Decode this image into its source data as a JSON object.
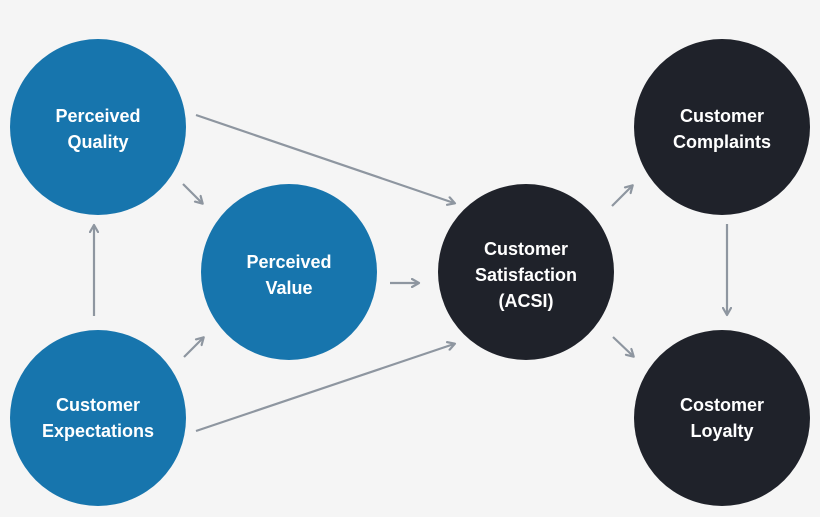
{
  "colors": {
    "background": "#f5f5f5",
    "blue_node": "#1775ad",
    "dark_node": "#1f222a",
    "arrow": "#8e96a0",
    "label": "#ffffff"
  },
  "nodes": {
    "perceived_quality": {
      "lines": [
        "Perceived",
        "Quality"
      ],
      "color": "blue"
    },
    "customer_expectations": {
      "lines": [
        "Customer",
        "Expectations"
      ],
      "color": "blue"
    },
    "perceived_value": {
      "lines": [
        "Perceived",
        "Value"
      ],
      "color": "blue"
    },
    "customer_satisfaction": {
      "lines": [
        "Customer",
        "Satisfaction",
        "(ACSI)"
      ],
      "color": "dark"
    },
    "customer_complaints": {
      "lines": [
        "Customer",
        "Complaints"
      ],
      "color": "dark"
    },
    "customer_loyalty": {
      "lines": [
        "Costomer",
        "Loyalty"
      ],
      "color": "dark"
    }
  },
  "edges": [
    {
      "from": "customer_expectations",
      "to": "perceived_quality"
    },
    {
      "from": "perceived_quality",
      "to": "perceived_value"
    },
    {
      "from": "customer_expectations",
      "to": "perceived_value"
    },
    {
      "from": "perceived_quality",
      "to": "customer_satisfaction"
    },
    {
      "from": "perceived_value",
      "to": "customer_satisfaction"
    },
    {
      "from": "customer_expectations",
      "to": "customer_satisfaction"
    },
    {
      "from": "customer_satisfaction",
      "to": "customer_complaints"
    },
    {
      "from": "customer_satisfaction",
      "to": "customer_loyalty"
    },
    {
      "from": "customer_complaints",
      "to": "customer_loyalty"
    }
  ]
}
